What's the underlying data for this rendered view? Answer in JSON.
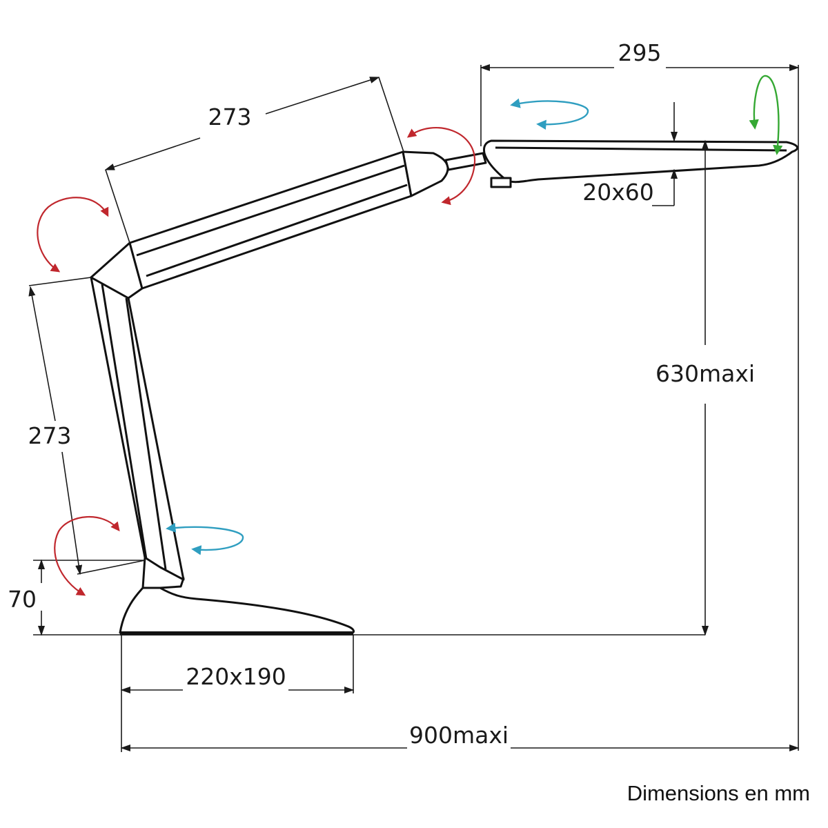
{
  "dimensions": {
    "head_length": "295",
    "upper_arm": "273",
    "head_section": "20x60",
    "max_height": "630maxi",
    "lower_arm": "273",
    "base_height": "70",
    "base_size": "220x190",
    "max_reach": "900maxi"
  },
  "footnote": "Dimensions en mm",
  "colors": {
    "rotation_red": "#c0272d",
    "rotation_blue": "#2f9ec0",
    "rotation_green": "#35a833",
    "outline": "#111111"
  },
  "icons": {
    "red_arrows": "curved-rotate-arrow",
    "blue_arrows": "swivel-arrow",
    "green_arrow": "tilt-arrow"
  }
}
